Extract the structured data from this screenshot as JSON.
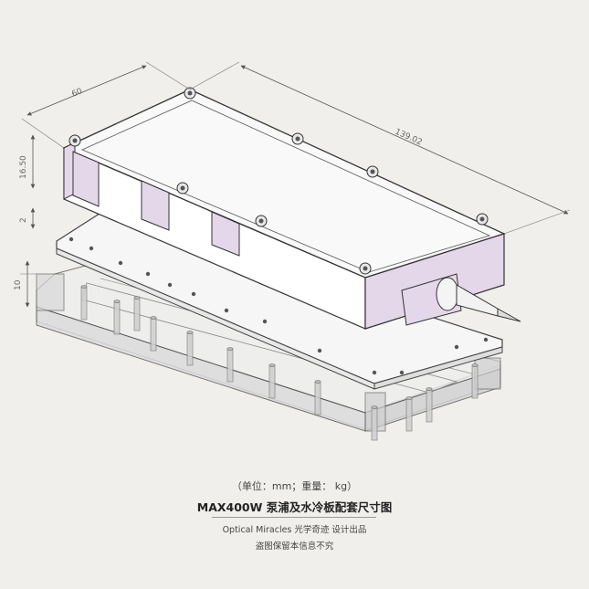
{
  "dimensions": {
    "width": "60",
    "length": "139.02",
    "module_height": "16.50",
    "plate_gap": "2",
    "plate_thickness": "10"
  },
  "caption": {
    "unit": "（单位：mm；重量：  kg）",
    "title": "MAX400W 泵浦及水冷板配套尺寸图",
    "brand": "Optical Miracles 光学奇迹  设计出品",
    "copyright": "盗图保留本信息不究"
  },
  "colors": {
    "module_side": "#e4d7ea",
    "outline": "#444444",
    "dimension": "#555555",
    "acrylic": "#d9d9d9"
  }
}
